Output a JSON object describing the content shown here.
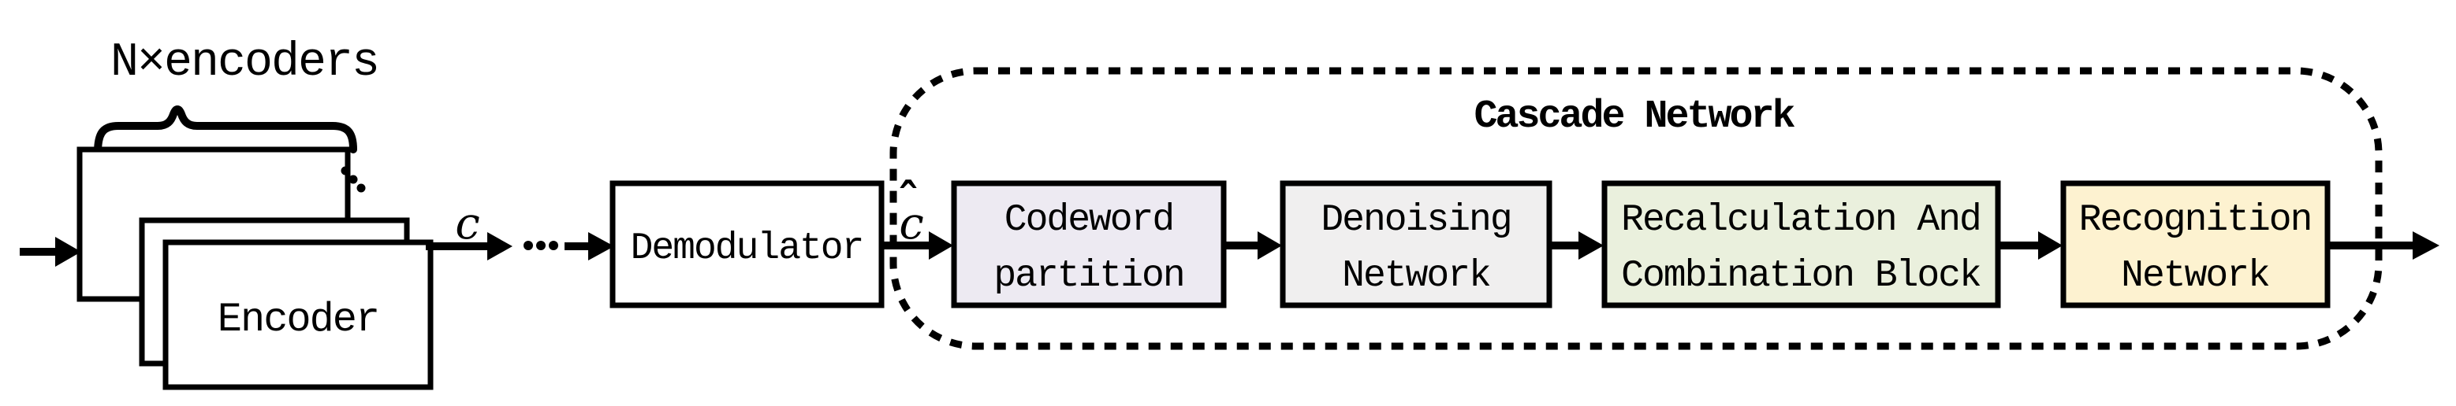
{
  "title": "N×encoders",
  "encoder": {
    "label": "Encoder"
  },
  "signals": {
    "c": "c",
    "c_hat_base": "c",
    "c_hat_accent": "ˆ"
  },
  "demodulator": {
    "label": "Demodulator"
  },
  "cascade": {
    "label": "Cascade Network",
    "label_color": "#1377c2",
    "boxes": [
      {
        "line1": "Codeword",
        "line2": "partition",
        "fill": "#edeaf2"
      },
      {
        "line1": "Denoising",
        "line2": "Network",
        "fill": "#f0efef"
      },
      {
        "line1": "Recalculation And",
        "line2": "Combination Block",
        "fill": "#eaf0dd"
      },
      {
        "line1": "Recognition",
        "line2": "Network",
        "fill": "#fdf2d0"
      }
    ]
  }
}
